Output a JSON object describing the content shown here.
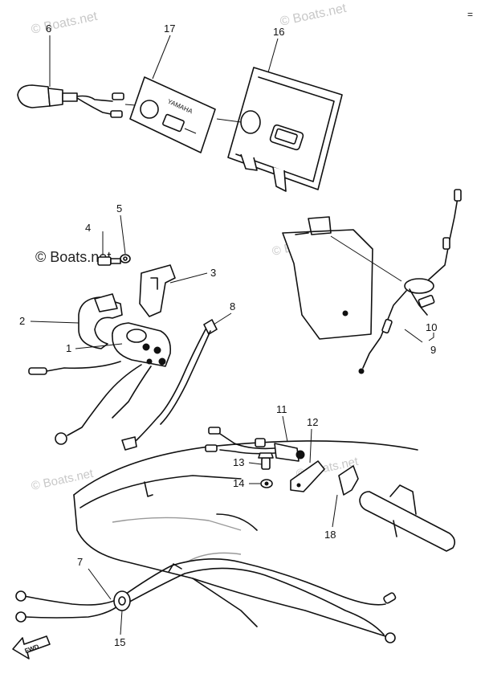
{
  "watermarks": {
    "top_left": "© Boats.net",
    "top_right": "© Boats.net",
    "mid_left": "© Boats.net",
    "mid_right": "© Boats.net",
    "lower_left": "© Boats.net",
    "lower_right": "© Boats.net"
  },
  "corner_mark": "=",
  "callouts": {
    "c1": "1",
    "c2": "2",
    "c3": "3",
    "c4": "4",
    "c5": "5",
    "c6": "6",
    "c7": "7",
    "c8": "8",
    "c9": "9",
    "c10": "10",
    "c11": "11",
    "c12": "12",
    "c13": "13",
    "c14": "14",
    "c15": "15",
    "c16": "16",
    "c17": "17",
    "c18": "18"
  },
  "panel_text": "YAMAHA",
  "direction_arrow_label": "FWD"
}
